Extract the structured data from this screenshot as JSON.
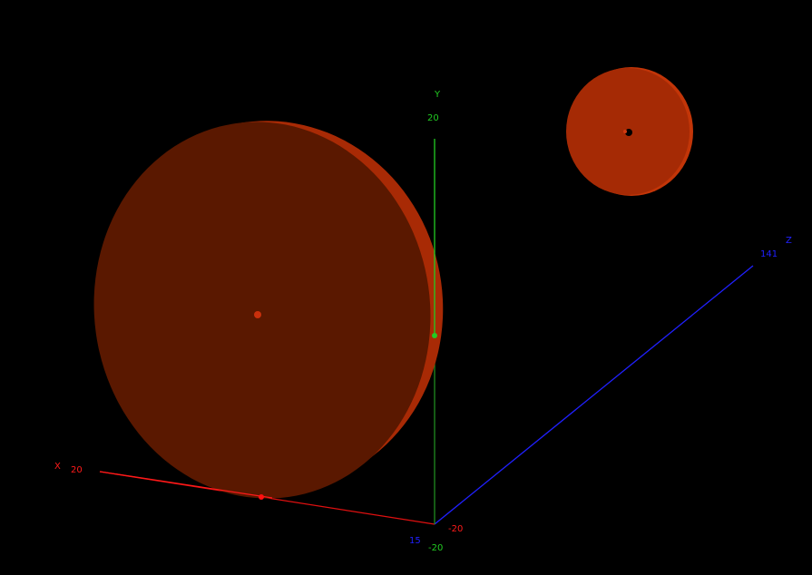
{
  "scene": {
    "background": "#000000",
    "axes": {
      "x": {
        "name": "X",
        "max_label": "20",
        "min_label": "-20",
        "color": "#ff1a1a"
      },
      "y": {
        "name": "Y",
        "max_label": "20",
        "min_label": "-20",
        "color": "#22cc22"
      },
      "z": {
        "name": "Z",
        "max_label": "141",
        "min_label": "15",
        "color": "#2222ff"
      }
    },
    "objects": [
      {
        "name": "large-disc",
        "color": "#5a1800",
        "rim_color": "#a82a05",
        "center_dot": "#d23a10"
      },
      {
        "name": "small-disc",
        "color": "#a52a05",
        "center_dot": "#000000"
      }
    ]
  }
}
